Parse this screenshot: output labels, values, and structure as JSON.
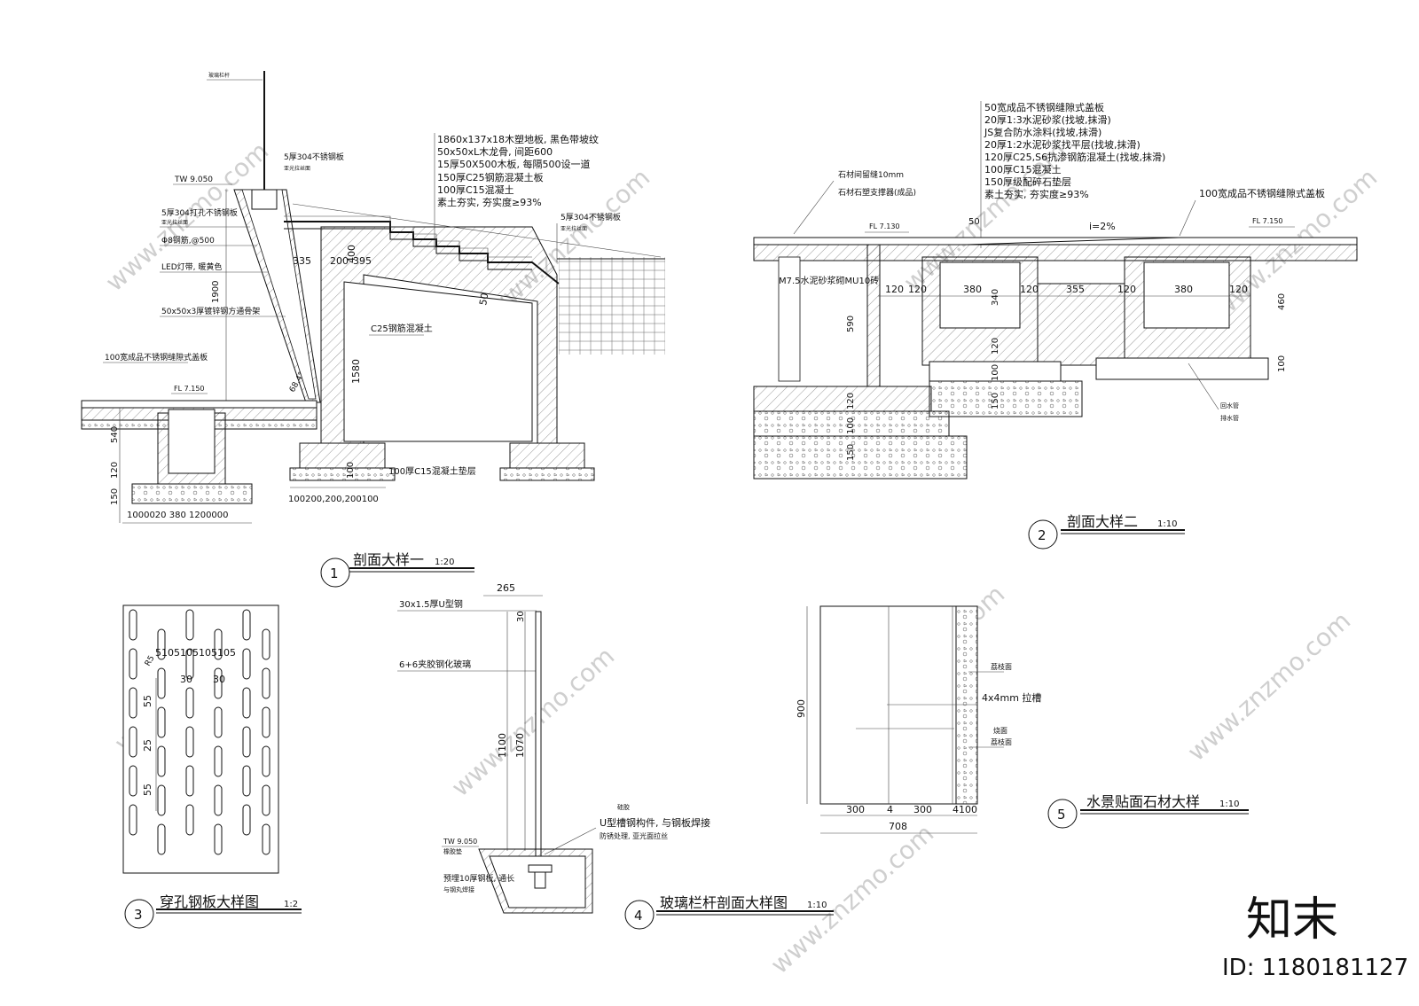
{
  "sheet": {
    "watermark_brand": "知末",
    "watermark_url": "www.znzmo.com",
    "id_label": "ID: 1180181127"
  },
  "detail1": {
    "number": "1",
    "title": "剖面大样一",
    "scale": "1:20",
    "labels": {
      "glass_railing": "玻璃栏杆",
      "tw": "TW 9.050",
      "fl": "FL 7.150",
      "steel_plate_top": "5厚304不锈钢板",
      "steel_plate_top_note": "亚光拉丝面",
      "perforated_plate": "5厚304打孔不锈钢板",
      "perforated_note": "亚光拉丝面",
      "rebar": "Φ8钢筋,@500",
      "led": "LED灯带, 暖黄色",
      "tube": "50x50x3厚镀锌钢方通骨架",
      "drain_cover": "100宽成品不锈钢缝隙式盖板",
      "c25": "C25钢筋混凝土",
      "base": "100厚C15混凝土垫层",
      "right_plate": "5厚304不锈钢板",
      "right_plate_note": "亚光拉丝面",
      "angle": "68.4°"
    },
    "layers": [
      "1860x137x18木塑地板, 黑色带坡纹",
      "50x50xL木龙骨, 间距600",
      "15厚50X500木板, 每隔500设一道",
      "150厚C25钢筋混凝土板",
      "100厚C15混凝土",
      "素土夯实, 夯实度≥93%"
    ],
    "dims": {
      "d335": "335",
      "d200": "200",
      "d395": "395",
      "d400": "400",
      "d1900": "1900",
      "d1580": "1580",
      "d540": "540",
      "d120": "120",
      "d150": "150",
      "d100": "100",
      "d50": "50",
      "bottom_right": "100200,200,200100",
      "bottom_left": "1000020   380   1200000"
    }
  },
  "detail2": {
    "number": "2",
    "title": "剖面大样二",
    "scale": "1:10",
    "layers": [
      "50宽成品不锈钢缝隙式盖板",
      "20厚1:3水泥砂浆(找坡,抹滑)",
      "JS复合防水涂料(找坡,抹滑)",
      "20厚1:2水泥砂浆找平层(找坡,抹滑)",
      "120厚C25,S6抗渗钢筋混凝土(找坡,抹滑)",
      "100厚C15混凝土",
      "150厚级配碎石垫层",
      "素土夯实, 夯实度≥93%"
    ],
    "labels": {
      "stone_gap": "石材间留缝10mm",
      "stone_support": "石材石塑支撑器(成品)",
      "fl_left": "FL 7.130",
      "fl_right": "FL 7.150",
      "slope": "i=2%",
      "cover": "100宽成品不锈钢缝隙式盖板",
      "wall": "M7.5水泥砂浆砌MU10砖",
      "pipe1": "回水管",
      "pipe2": "排水管",
      "d50": "50"
    },
    "dims": {
      "d120a": "120",
      "d120b": "120",
      "d380a": "380",
      "d120c": "120",
      "d355": "355",
      "d120d": "120",
      "d380b": "380",
      "d120e": "120",
      "d590": "590",
      "d340": "340",
      "d460": "460",
      "d100": "100",
      "d150": "150",
      "d120v": "120",
      "d100v": "100",
      "d150v": "150"
    }
  },
  "detail3": {
    "number": "3",
    "title": "穿孔钢板大样图",
    "scale": "1:2",
    "dims": {
      "top": "5105105105105",
      "d30a": "30",
      "d30b": "30",
      "d55a": "55",
      "d25": "25",
      "d55b": "55",
      "r": "R5"
    }
  },
  "detail4": {
    "number": "4",
    "title": "玻璃栏杆剖面大样图",
    "scale": "1:10",
    "labels": {
      "u_channel": "30x1.5厚U型钢",
      "glass": "6+6夹胶钢化玻璃",
      "tw": "TW 9.050",
      "seal": "硅胶",
      "u_bracket": "U型槽钢构件, 与钢板焊接",
      "weld": "防锈处理, 亚光面拉丝",
      "pad": "橡胶垫",
      "bolt": "预埋10厚钢板, 通长",
      "bolt2": "与钢丸焊接"
    },
    "dims": {
      "d265": "265",
      "d30": "30",
      "d1100": "1100",
      "d1070": "1070"
    }
  },
  "detail5": {
    "number": "5",
    "title": "水景贴面石材大样",
    "scale": "1:10",
    "labels": {
      "face1": "荔枝面",
      "groove": "4x4mm 拉槽",
      "face2": "烧面",
      "face3": "荔枝面"
    },
    "dims": {
      "d900": "900",
      "d300a": "300",
      "d4": "4",
      "d300b": "300",
      "d4100": "4100",
      "d708": "708"
    }
  }
}
